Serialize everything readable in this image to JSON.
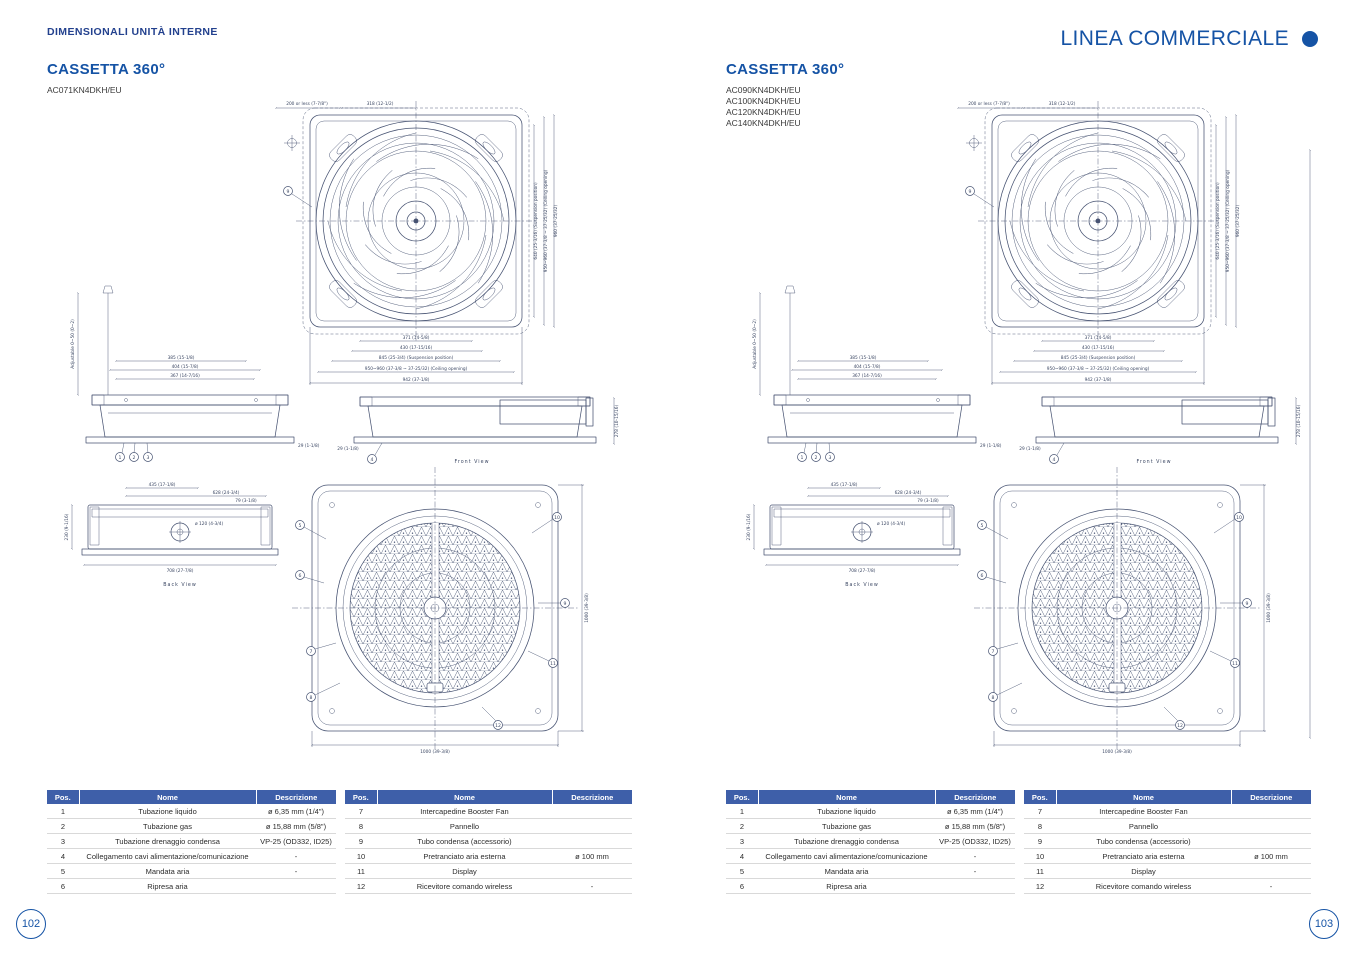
{
  "header": {
    "section_label": "DIMENSIONALI UNITÀ INTERNE",
    "line_label": "LINEA COMMERCIALE"
  },
  "pages": {
    "left": {
      "title": "CASSETTA 360°",
      "models": [
        "AC071KN4DKH/EU"
      ],
      "page_number": "102"
    },
    "right": {
      "title": "CASSETTA 360°",
      "models": [
        "AC090KN4DKH/EU",
        "AC100KN4DKH/EU",
        "AC120KN4DKH/EU",
        "AC140KN4DKH/EU"
      ],
      "page_number": "103"
    }
  },
  "parts_table_1": {
    "headers": [
      "Pos.",
      "Nome",
      "Descrizione"
    ],
    "rows": [
      [
        "1",
        "Tubazione liquido",
        "ø 6,35 mm (1/4\")"
      ],
      [
        "2",
        "Tubazione gas",
        "ø 15,88 mm (5/8\")"
      ],
      [
        "3",
        "Tubazione drenaggio condensa",
        "VP-25 (OD332, ID25)"
      ],
      [
        "4",
        "Collegamento cavi alimentazione/comunicazione",
        "-"
      ],
      [
        "5",
        "Mandata aria",
        "-"
      ],
      [
        "6",
        "Ripresa aria",
        ""
      ]
    ]
  },
  "parts_table_2": {
    "headers": [
      "Pos.",
      "Nome",
      "Descrizione"
    ],
    "rows": [
      [
        "7",
        "Intercapedine Booster Fan",
        ""
      ],
      [
        "8",
        "Pannello",
        ""
      ],
      [
        "9",
        "Tubo condensa (accessorio)",
        ""
      ],
      [
        "10",
        "Pretranciato aria esterna",
        "ø 100 mm"
      ],
      [
        "11",
        "Display",
        ""
      ],
      [
        "12",
        "Ricevitore comando wireless",
        "-"
      ]
    ]
  },
  "drawing": {
    "plan": {
      "dim_offset": "200 or less (7-7/8\")",
      "dim_318": "318 (12-1/2)",
      "dim_right_suspension": "640 (25-3/16) (Suspension position)",
      "dim_right_ceiling": "950~960 (37-3/8 ~ 37-25/32) (Ceiling opening)",
      "dim_right_width": "960 (37-25/32)",
      "dim_371": "371 (14-5/8)",
      "dim_430": "430 (17-15/16)",
      "dim_suspension": "845 (25-3/4) (Suspension position)",
      "dim_ceiling": "950~960 (37-3/8 ~ 37-25/32) (Ceiling opening)",
      "dim_942": "942 (37-1/8)"
    },
    "side": {
      "dim_385": "385 (15-1/8)",
      "dim_404": "404 (15-7/8)",
      "dim_367": "367 (14-7/16)",
      "adjustable": "Adjustable 0~50 (0~2)",
      "dim_29": "29 (1-1/8)"
    },
    "front": {
      "label": "Front View",
      "dim_278": "278 (10-15/16)",
      "dim_29": "29 (1-1/8)"
    },
    "back": {
      "label": "Back View",
      "dim_435": "435 (17-1/8)",
      "dim_628": "628 (24-3/4)",
      "dim_120": "ø 120 (4-3/4)",
      "dim_708": "708 (27-7/8)",
      "dim_79": "79 (3-1/8)",
      "dim_230": "230 (9-1/16)"
    },
    "bottom": {
      "dim_width": "1000 (39-3/8)",
      "dim_height": "1000 (39-3/8)"
    },
    "callouts": [
      "1",
      "2",
      "3",
      "4",
      "5",
      "6",
      "7",
      "8",
      "9",
      "10",
      "11",
      "12"
    ]
  },
  "colors": {
    "accent_blue": "#1553a5",
    "header_blue": "#23418e",
    "table_header_blue": "#3e5fa9",
    "drawing_line": "#475372"
  }
}
